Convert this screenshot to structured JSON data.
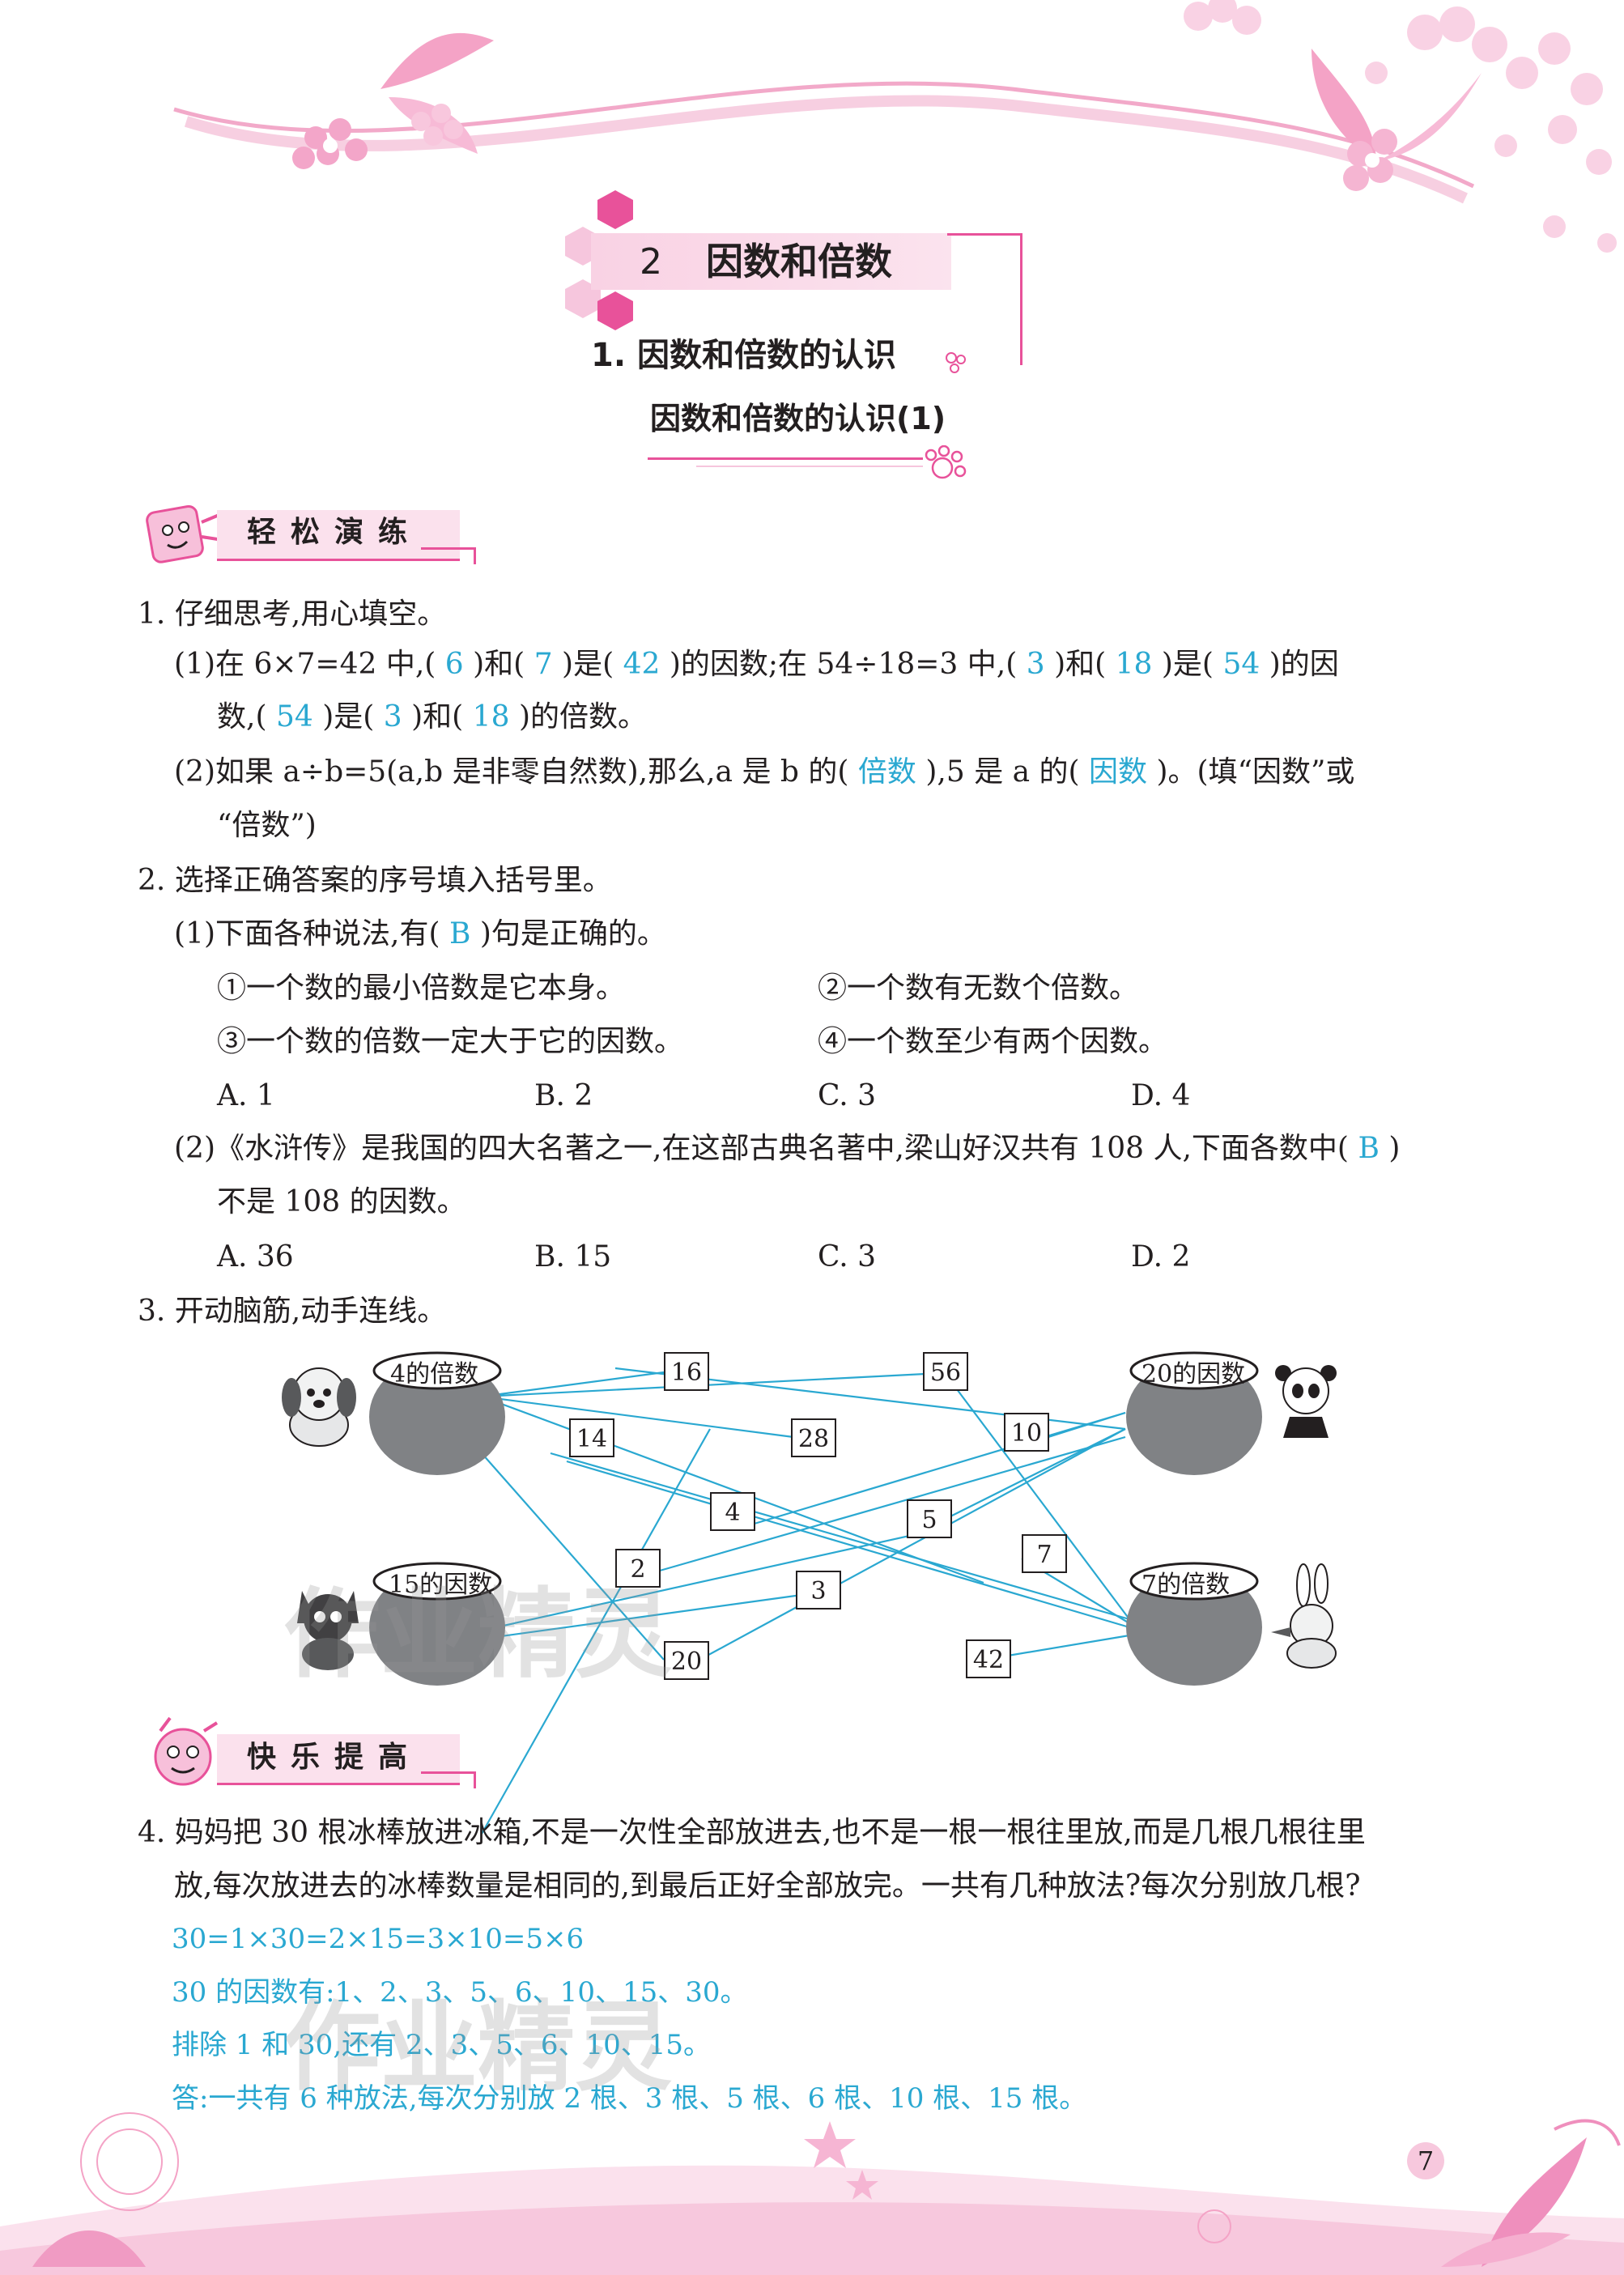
{
  "header": {
    "chapter_number": "2",
    "chapter_title": "因数和倍数",
    "section_title": "1. 因数和倍数的认识",
    "lesson_title": "因数和倍数的认识(1)"
  },
  "section1": {
    "badge": "轻松演练"
  },
  "q1": {
    "stem": "1. 仔细思考,用心填空。",
    "p1_a": "(1)在 6×7=42 中,(",
    "p1_b": ")和(",
    "p1_c": ")是(",
    "p1_d": ")的因数;在 54÷18=3 中,(",
    "p1_e": ")和(",
    "p1_f": ")是(",
    "p1_g": ")的因",
    "p1_h": "数,(",
    "p1_i": ")是(",
    "p1_j": ")和(",
    "p1_k": ")的倍数。",
    "ans": [
      "6",
      "7",
      "42",
      "3",
      "18",
      "54",
      "54",
      "3",
      "18"
    ],
    "p2_a": "(2)如果 a÷b=5(a,b 是非零自然数),那么,a 是 b 的(",
    "p2_b": "),5 是 a 的(",
    "p2_c": ")。(填“因数”或",
    "p2_d": "“倍数”)",
    "p2_ans1": "倍数",
    "p2_ans2": "因数"
  },
  "q2": {
    "stem": "2. 选择正确答案的序号填入括号里。",
    "p1_a": "(1)下面各种说法,有(",
    "p1_b": ")句是正确的。",
    "p1_ans": "B",
    "statements": [
      "①一个数的最小倍数是它本身。",
      "②一个数有无数个倍数。",
      "③一个数的倍数一定大于它的因数。",
      "④一个数至少有两个因数。"
    ],
    "options1": [
      "A. 1",
      "B. 2",
      "C. 3",
      "D. 4"
    ],
    "p2_a": "(2)《水浒传》是我国的四大名著之一,在这部古典名著中,梁山好汉共有 108 人,下面各数中(",
    "p2_b": ")",
    "p2_ans": "B",
    "p2_c": "不是 108 的因数。",
    "options2": [
      "A. 36",
      "B. 15",
      "C. 3",
      "D. 2"
    ]
  },
  "q3": {
    "stem": "3. 开动脑筋,动手连线。",
    "pots": [
      "4的倍数",
      "20的因数",
      "15的因数",
      "7的倍数"
    ],
    "numbers": [
      "16",
      "56",
      "14",
      "28",
      "10",
      "4",
      "5",
      "2",
      "7",
      "3",
      "20",
      "42"
    ],
    "line_color": "#2aa8d1"
  },
  "section2": {
    "badge": "快乐提高"
  },
  "q4": {
    "line1": "4. 妈妈把 30 根冰棒放进冰箱,不是一次性全部放进去,也不是一根一根往里放,而是几根几根往里",
    "line2": "放,每次放进去的冰棒数量是相同的,到最后正好全部放完。一共有几种放法?每次分别放几根?",
    "answers": [
      "30=1×30=2×15=3×10=5×6",
      "30 的因数有:1、2、3、5、6、10、15、30。",
      "排除 1 和 30,还有 2、3、5、6、10、15。",
      "答:一共有 6 种放法,每次分别放 2 根、3 根、5 根、6 根、10 根、15 根。"
    ]
  },
  "watermark": "作业精灵",
  "page_number": "7",
  "colors": {
    "accent_pink": "#e8529a",
    "light_pink": "#f6c6dd",
    "answer_blue": "#2aa8d1"
  }
}
